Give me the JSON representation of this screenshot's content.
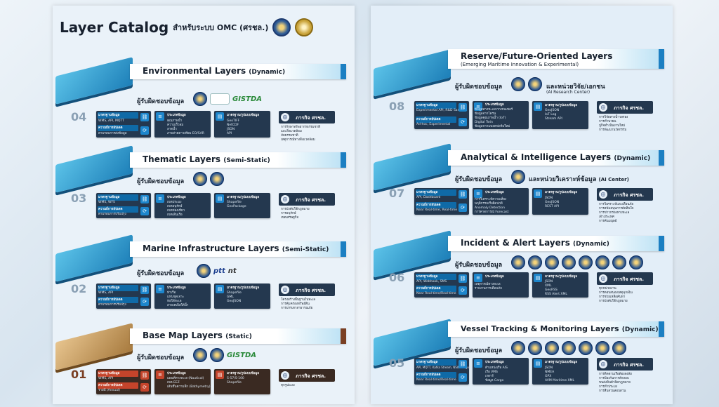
{
  "left_page": {
    "title": "Layer Catalog",
    "subtitle": "สำหรับระบบ OMC (ศรชล.)",
    "layers": [
      {
        "number": "04",
        "name": "Environmental Layers",
        "qualifier": "(Dynamic)",
        "owner_label": "ผู้รับผิดชอบข้อมูล",
        "logo_text": "GISTDA",
        "c1_head": "มาตรฐานข้อมูล",
        "c1_l1": "WMS, API, MQTT",
        "c1_head2": "ความถี่การอัปเดต",
        "c1_l2": "ตามรอบการส่งข้อมูล",
        "c2_head": "ประเภทข้อมูล",
        "c2_items": [
          "คุณภาพน้ำ",
          "ความเร็วลม",
          "ลาดน้ำ",
          "ภาพถ่ายดาวเทียม EO/SAR"
        ],
        "c3_head": "มาตรฐาน/รูปแบบข้อมูล",
        "c3_items": [
          "GeoTIFF",
          "NetCDF",
          "JSON",
          "API"
        ],
        "mission": "ภารกิจ ศรชล.",
        "mission_items": [
          "การรักษาทรัพยากรธรรมชาติ",
          "และสิ่งแวดล้อม",
          "ภัยธรรมชาติ",
          "เหตุการณ์ทางสิ่งแวดล้อม"
        ]
      },
      {
        "number": "03",
        "name": "Thematic Layers",
        "qualifier": "(Semi-Static)",
        "owner_label": "ผู้รับผิดชอบข้อมูล",
        "c1_head": "มาตรฐานข้อมูล",
        "c1_l1": "WMS, WFS",
        "c1_head2": "ความถี่การอัปเดต",
        "c1_l2": "ตามรอบการปรับปรุง",
        "c2_head": "ประเภทข้อมูล",
        "c2_items": [
          "เขตประมง",
          "เขตอนุรักษ์",
          "เขตท่องเที่ยว",
          "เขตเดินเรือ"
        ],
        "c3_head": "มาตรฐาน/รูปแบบข้อมูล",
        "c3_items": [
          "Shapefile",
          "GeoPackage"
        ],
        "mission": "ภารกิจ ศรชล.",
        "mission_items": [
          "การบังคับใช้กฎหมาย",
          "การอนุรักษ์",
          "เขตเศรษฐกิจ"
        ]
      },
      {
        "number": "02",
        "name": "Marine Infrastructure Layers",
        "qualifier": "(Semi-Static)",
        "owner_label": "ผู้รับผิดชอบข้อมูล",
        "logo_ptt": "ptt",
        "logo_nt": "nt",
        "c1_head": "มาตรฐานข้อมูล",
        "c1_l1": "WMS, API",
        "c1_head2": "ความถี่การอัปเดต",
        "c1_l2": "ตามรอบการปรับปรุง",
        "c2_head": "ประเภทข้อมูล",
        "c2_items": [
          "ท่าเรือ",
          "แท่นขุดเจาะ",
          "ท่อใต้ทะเล",
          "สายเคเบิลใต้น้ำ"
        ],
        "c3_head": "มาตรฐาน/รูปแบบข้อมูล",
        "c3_items": [
          "Shapefile",
          "GML",
          "GeoJSON"
        ],
        "mission": "ภารกิจ ศรชล.",
        "mission_items": [
          "โครงสร้างพื้นฐานในทะเล",
          "การคุ้มครองทรัพย์สิน",
          "การบรรเทาสาธารณภัย"
        ]
      },
      {
        "number": "01",
        "name": "Base Map Layers",
        "qualifier": "(Static)",
        "owner_label": "ผู้รับผิดชอบข้อมูล",
        "logo_text": "GISTDA",
        "c1_head": "มาตรฐานข้อมูล",
        "c1_l1": "WMS, API",
        "c1_head2": "ความถี่การอัปเดต",
        "c1_l2": "รายปี (Annual)",
        "c2_head": "ประเภทข้อมูล",
        "c2_items": [
          "แผนที่ทางทะเล (Nautical)",
          "เขต EEZ",
          "เส้นชั้นความลึก (Bathymetry)"
        ],
        "c3_head": "มาตรฐาน/รูปแบบข้อมูล",
        "c3_items": [
          "S-57/S-100",
          "Shapefile"
        ],
        "mission": "ภารกิจ ศรชล.",
        "mission_items": [
          "ทุกรูปแบบ"
        ]
      }
    ]
  },
  "right_page": {
    "layers": [
      {
        "number": "08",
        "name": "Reserve/Future-Oriented Layers",
        "sub": "(Emerging Maritime Innovation & Experimental)",
        "owner_label": "ผู้รับผิดชอบข้อมูล",
        "owner_extra": "และหน่วยวิจัย/เอกชน",
        "owner_note": "(AI Research Center)",
        "c1_head": "มาตรฐานข้อมูล",
        "c1_l1": "Experimental API, R&D Sandbox",
        "c1_head2": "ความถี่การอัปเดต",
        "c1_l2": "Ad-hoc, Experimental",
        "c2_head": "ประเภทข้อมูล",
        "c2_items": [
          "ข้อมูลทางทะเลจากเซนเซอร์",
          "ข้อมูลจากโดรน",
          "ข้อมูลคุณภาพน้ำ (IoT)",
          "Digital Twin",
          "ข้อมูลจากแพลตฟอร์มใหม่"
        ],
        "c3_head": "มาตรฐาน/รูปแบบข้อมูล",
        "c3_items": [
          "GeoJSON",
          "IoT Log",
          "Stream API"
        ],
        "mission": "ภารกิจ ศรชล.",
        "mission_items": [
          "การวิจัยทางน้ำวลรอง",
          "การทำนวยน",
          "ปูกิจดำเนินงานใหม่",
          "การพัฒนานวัตกรรม"
        ]
      },
      {
        "number": "07",
        "name": "Analytical & Intelligence Layers",
        "qualifier": "(Dynamic)",
        "owner_label": "ผู้รับผิดชอบข้อมูล",
        "owner_extra": "และหน่วยวิเคราะห์ข้อมูล",
        "owner_note": "(AI Center)",
        "c1_head": "มาตรฐานข้อมูล",
        "c1_l1": "API, Dashboard",
        "c1_head2": "ความถี่การอัปเดต",
        "c1_l2": "Near Real-time, Real-time",
        "c2_head": "ประเภทข้อมูล",
        "c2_items": [
          "การวิเคราะห์ความเสี่ยง",
          "พฤติกรรมเรือผิดปกติ",
          "Anomaly Detection",
          "การคาดการณ์ Forecast"
        ],
        "c3_head": "มาตรฐาน/รูปแบบข้อมูล",
        "c3_items": [
          "JSON",
          "GeoJSON",
          "REST API"
        ],
        "mission": "ภารกิจ ศรชล.",
        "mission_items": [
          "การวิเคราะห์และเตือนภัย",
          "การสนับสนุนการตัดสินใจ",
          "การข่าวกรองทางทะเล",
          "เจ้าประเทศ",
          "การค้นมนุษย์"
        ]
      },
      {
        "number": "06",
        "name": "Incident & Alert Layers",
        "qualifier": "(Dynamic)",
        "owner_label": "ผู้รับผิดชอบข้อมูล",
        "c1_head": "มาตรฐานข้อมูล",
        "c1_l1": "API, Webhook, SMS",
        "c1_head2": "ความถี่การอัปเดต",
        "c1_l2": "Near Real-time/Real-time",
        "c2_head": "ประเภทข้อมูล",
        "c2_items": [
          "เหตุการณ์ทางทะเล",
          "รายงานการเตือนภัย"
        ],
        "c3_head": "มาตรฐาน/รูปแบบข้อมูล",
        "c3_items": [
          "JSON",
          "XML",
          "GeoRSS",
          "RSS Alert XML"
        ],
        "mission": "ภารกิจ ศรชล.",
        "mission_items": [
          "ทุกหน่วยงาน",
          "การตอบสนองเหตุฉุกเฉิน",
          "การช่วยเหลือค้นหา",
          "การบังคับใช้กฎหมาย"
        ]
      },
      {
        "number": "05",
        "name": "Vessel Tracking & Monitoring Layers",
        "qualifier": "(Dynamic)",
        "owner_label": "ผู้รับผิดชอบข้อมูล",
        "c1_head": "มาตรฐานข้อมูล",
        "c1_l1": "API, MQTT, Kafka Stream, NSW Cargo API",
        "c1_head2": "ความถี่การอัปเดต",
        "c1_l2": "Near Real-time/Real-time",
        "c2_head": "ประเภทข้อมูล",
        "c2_items": [
          "ตำแหน่งเรือ AIS",
          "เรือ VMS",
          "เรดาร์",
          "ข้อมูล Cargo"
        ],
        "c3_head": "มาตรฐาน/รูปแบบข้อมูล",
        "c3_items": [
          "JSON",
          "NMEA",
          "GPX",
          "AVM Maritime XML"
        ],
        "mission": "ภารกิจ ศรชล.",
        "mission_items": [
          "การติดตามเรือต้องสงสัย",
          "การป้องกันการลักลอบ",
          "ขนส่งสินค้าผิดกฎหมาย",
          "การทำประมง",
          "การสืบสวนสอบสวน"
        ]
      }
    ]
  },
  "colors": {
    "accent_blue": "#1c7fc2",
    "base_brown": "#7a3f23",
    "card_dark": "#24384f"
  }
}
